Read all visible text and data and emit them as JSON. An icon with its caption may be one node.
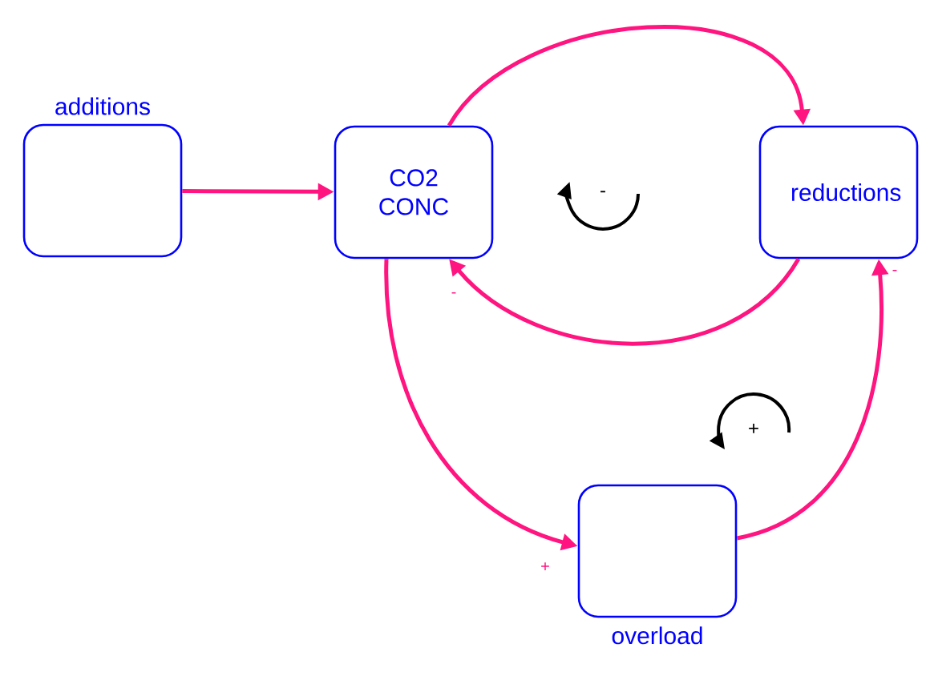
{
  "diagram": {
    "nodes": [
      {
        "text": [
          "additions"
        ]
      },
      {
        "text": [
          "CO2 CONC"
        ]
      },
      {
        "text": [
          "reductions"
        ]
      },
      {
        "text": [
          "overload"
        ]
      }
    ],
    "edges": [
      {
        "from": 0,
        "to": 1,
        "arrow": "to"
      },
      {
        "from": 1,
        "to": 2,
        "arrow": "to"
      },
      {
        "from": 2,
        "to": 1,
        "arrow": "to",
        "label": "-"
      },
      {
        "from": 1,
        "to": 3,
        "arrow": "to",
        "label": "+"
      },
      {
        "from": 3,
        "to": 2,
        "arrow": "to",
        "label": "-"
      }
    ],
    "labels": [
      "-",
      "+"
    ]
  }
}
